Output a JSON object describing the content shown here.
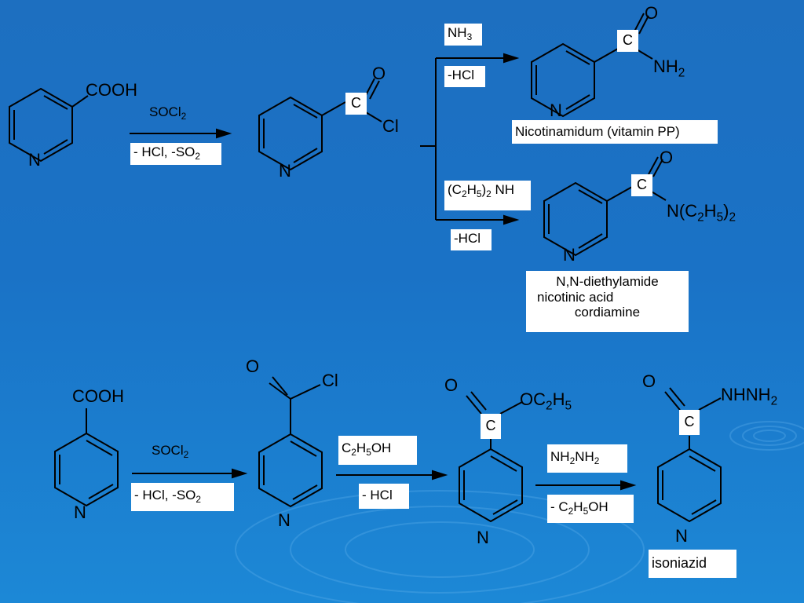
{
  "colors": {
    "background": "#1a72c6",
    "box": "#ffffff",
    "ink": "#000000"
  },
  "atoms": {
    "N": "N",
    "O": "O",
    "C": "C",
    "Cl": "Cl",
    "COOH": "COOH",
    "NH": "NH",
    "NH2_base": "NH",
    "two": "2",
    "three": "3",
    "five": "5",
    "NEt2_open": "N(C",
    "H": "H",
    "close": ")",
    "OC": "OC",
    "NHNH": "NHNH"
  },
  "reagents": {
    "socl2": "SOCl",
    "hcl_so2": "- HCl, -SO",
    "nh3": "NH",
    "minus_hcl": "-HCl",
    "diethylamine_open": "(C",
    "diethylamine_h": "H",
    "diethylamine_close": ")",
    "diethylamine_nh": " NH",
    "c2h5oh_c": "C",
    "c2h5oh_h": "H",
    "c2h5oh_oh": "OH",
    "minus_hcl_spaced": "- HCl",
    "hydrazine_a": "NH",
    "hydrazine_b": "NH",
    "minus_ethanol_prefix": "- C"
  },
  "products": {
    "nicotinamide": "Nicotinamidum (vitamin PP)",
    "cordiamine_line1": "N,N-diethylamide",
    "cordiamine_line2": "nicotinic acid",
    "cordiamine_line3": "cordiamine",
    "isoniazid": "isoniazid"
  }
}
